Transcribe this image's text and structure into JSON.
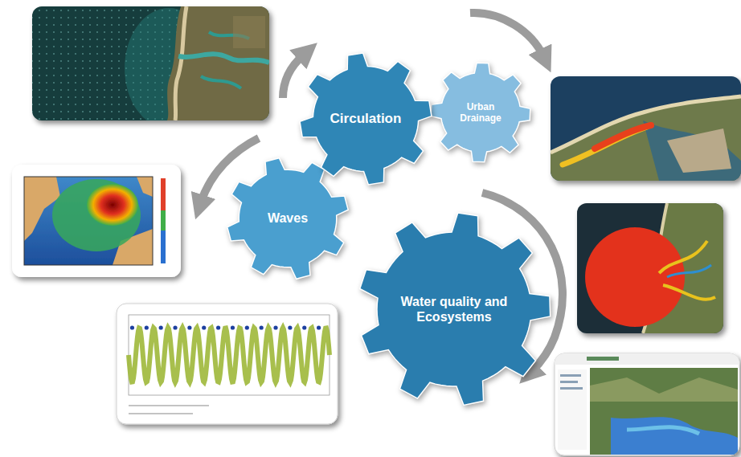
{
  "diagram": {
    "nodes": [
      {
        "text": [
          "Circulation"
        ]
      },
      {
        "text": [
          "Urban Drainage"
        ]
      },
      {
        "text": [
          "Waves"
        ]
      },
      {
        "text": [
          "Water quality and Ecosystems"
        ]
      }
    ]
  }
}
